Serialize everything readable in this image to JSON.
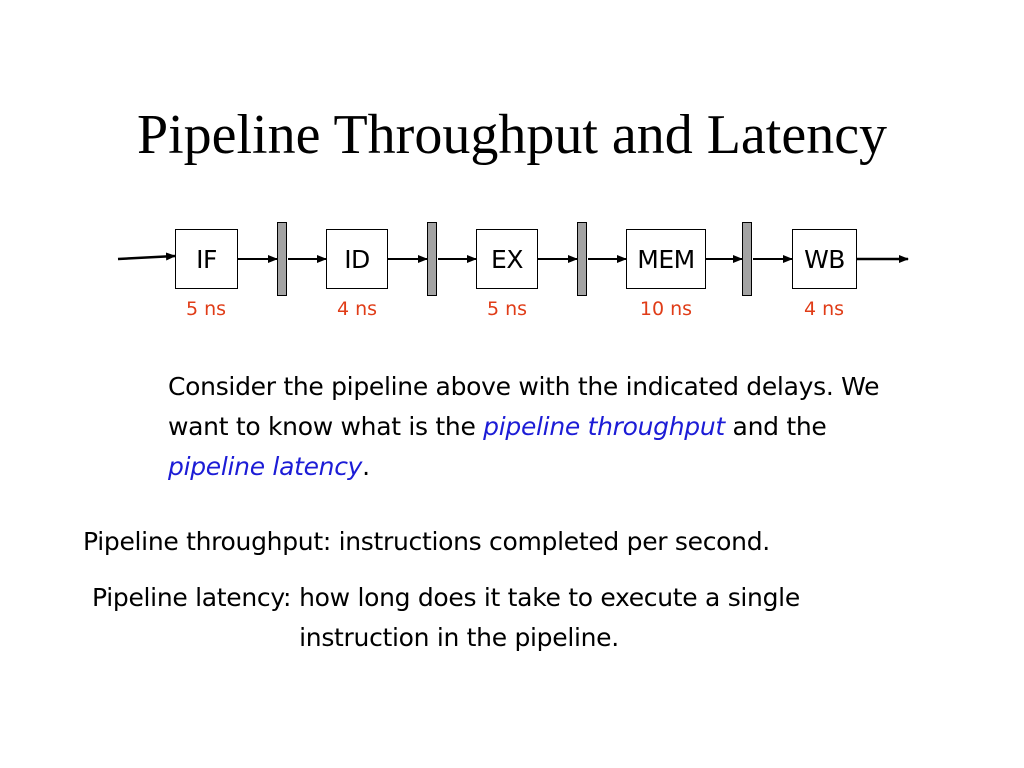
{
  "slide": {
    "title": "Pipeline Throughput and Latency"
  },
  "pipeline": {
    "stages": [
      {
        "name": "IF",
        "delay": "5 ns"
      },
      {
        "name": "ID",
        "delay": "4 ns"
      },
      {
        "name": "EX",
        "delay": "5 ns"
      },
      {
        "name": "MEM",
        "delay": "10 ns"
      },
      {
        "name": "WB",
        "delay": "4 ns"
      }
    ],
    "register_count": 4,
    "colors": {
      "delay_text": "#e03c17",
      "register_fill": "#a3a3a3"
    }
  },
  "body": {
    "para_part1": "Consider the pipeline above with the indicated delays. We want to know what is the ",
    "term_throughput": "pipeline throughput",
    "para_part2": " and the ",
    "term_latency": "pipeline latency",
    "para_part3": ".",
    "term_color": "#1c1cd6"
  },
  "definitions": {
    "throughput": "Pipeline throughput: instructions completed per second.",
    "latency_term": "Pipeline latency:",
    "latency_desc": "how long does it take to execute a single instruction in the pipeline."
  }
}
